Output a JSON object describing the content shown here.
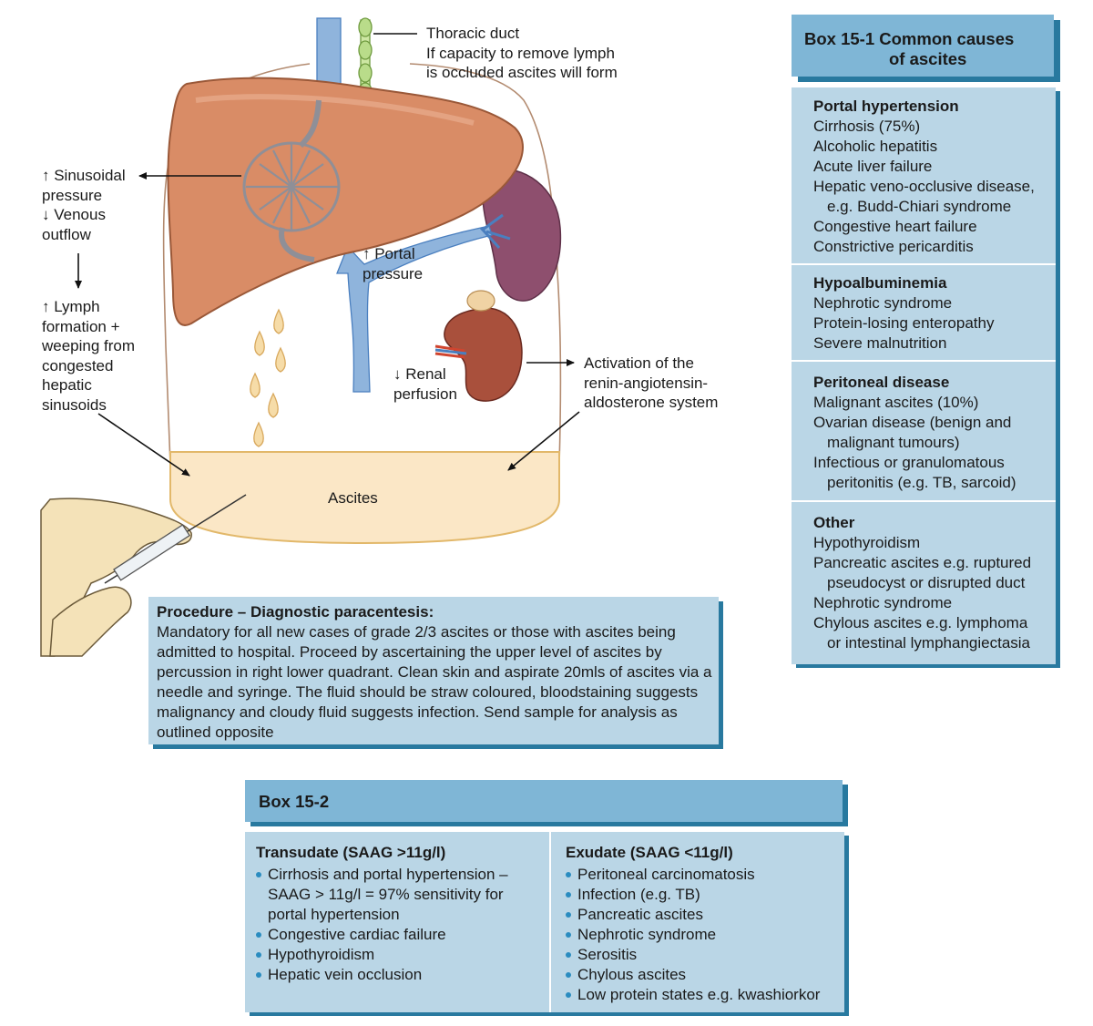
{
  "colors": {
    "box_header": "#7fb6d6",
    "box_body": "#bad6e6",
    "box_shadow": "#28799f",
    "bullet": "#2a8cc0",
    "liver": "#d98c66",
    "spleen": "#8e4f6e",
    "kidney": "#a9503c",
    "vein": "#8fb4dc",
    "ascites_fluid": "#fbe7c6"
  },
  "labels": {
    "thoracic_duct": "Thoracic duct\nIf capacity to remove lymph\nis occluded ascites will form",
    "sinusoidal": "↑ Sinusoidal\npressure\n↓ Venous\noutflow",
    "lymph": "↑ Lymph\nformation +\nweeping from\ncongested\nhepatic\nsinusoids",
    "portal": "↑ Portal\npressure",
    "renal": "↓ Renal\nperfusion",
    "raas": "Activation of the\nrenin-angiotensin-\naldosterone system",
    "ascites": "Ascites"
  },
  "box1": {
    "title_line1": "Box 15-1  Common causes",
    "title_line2": "of ascites",
    "sections": [
      {
        "heading": "Portal hypertension",
        "items": [
          "Cirrhosis (75%)",
          "Alcoholic hepatitis",
          "Acute liver failure",
          "Hepatic veno-occlusive disease,",
          "e.g. Budd-Chiari syndrome",
          "Congestive heart failure",
          "Constrictive pericarditis"
        ]
      },
      {
        "heading": "Hypoalbuminemia",
        "items": [
          "Nephrotic syndrome",
          "Protein-losing enteropathy",
          "Severe malnutrition"
        ]
      },
      {
        "heading": "Peritoneal disease",
        "items": [
          "Malignant ascites (10%)",
          "Ovarian disease (benign and",
          "malignant tumours)",
          "Infectious or granulomatous",
          "peritonitis (e.g. TB, sarcoid)"
        ]
      },
      {
        "heading": "Other",
        "items": [
          "Hypothyroidism",
          "Pancreatic ascites e.g. ruptured",
          "pseudocyst or disrupted duct",
          "Nephrotic syndrome",
          "Chylous ascites e.g. lymphoma",
          "or intestinal lymphangiectasia"
        ]
      }
    ]
  },
  "procedure": {
    "heading": "Procedure – Diagnostic paracentesis:",
    "body": "Mandatory for all new cases of grade 2/3 ascites or those with ascites being admitted to hospital. Proceed by ascertaining the upper level of ascites by percussion in right lower quadrant. Clean skin and aspirate 20mls of ascites via a needle and syringe. The fluid should be straw coloured, bloodstaining suggests malignancy and cloudy fluid suggests infection. Send sample for analysis as outlined opposite"
  },
  "box2": {
    "title": "Box 15-2",
    "transudate": {
      "heading": "Transudate (SAAG >11g/l)",
      "items": [
        "Cirrhosis and portal hypertension –\nSAAG > 11g/l = 97% sensitivity for\nportal hypertension",
        "Congestive cardiac failure",
        "Hypothyroidism",
        "Hepatic vein occlusion"
      ]
    },
    "exudate": {
      "heading": "Exudate (SAAG <11g/l)",
      "items": [
        "Peritoneal carcinomatosis",
        "Infection (e.g. TB)",
        "Pancreatic ascites",
        "Nephrotic syndrome",
        "Serositis",
        "Chylous ascites",
        "Low protein states e.g. kwashiorkor"
      ]
    }
  }
}
